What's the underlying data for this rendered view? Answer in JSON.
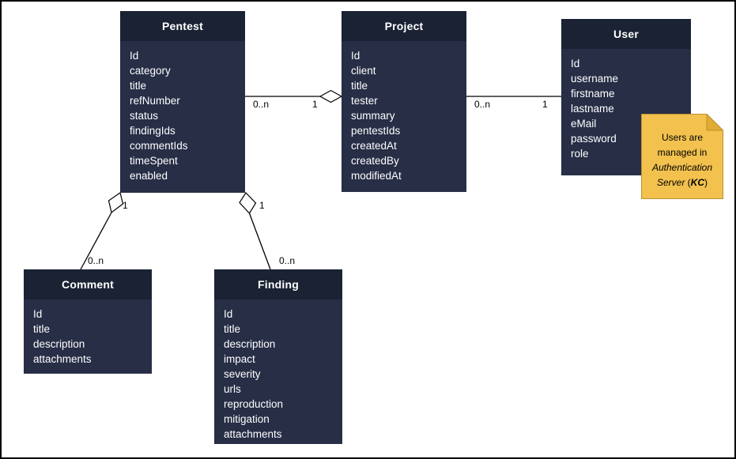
{
  "diagram_type": "entity-relationship-class-diagram",
  "colors": {
    "entity_header": "#1a2233",
    "entity_body": "#272e46",
    "entity_text": "#ffffff",
    "edge": "#000000",
    "note_fill": "#f2c14e",
    "note_stroke": "#b9912f",
    "note_flap": "#e0ac33",
    "canvas_background": "#ffffff",
    "canvas_border": "#000000"
  },
  "entities": [
    {
      "name": "Pentest",
      "fields": [
        "Id",
        "category",
        "title",
        "refNumber",
        "status",
        "findingIds",
        "commentIds",
        "timeSpent",
        "enabled"
      ]
    },
    {
      "name": "Project",
      "fields": [
        "Id",
        "client",
        "title",
        "tester",
        "summary",
        "pentestIds",
        "createdAt",
        "createdBy",
        "modifiedAt"
      ]
    },
    {
      "name": "User",
      "fields": [
        "Id",
        "username",
        "firstname",
        "lastname",
        "eMail",
        "password",
        "role"
      ]
    },
    {
      "name": "Comment",
      "fields": [
        "Id",
        "title",
        "description",
        "attachments"
      ]
    },
    {
      "name": "Finding",
      "fields": [
        "Id",
        "title",
        "description",
        "impact",
        "severity",
        "urls",
        "reproduction",
        "mitigation",
        "attachments"
      ]
    }
  ],
  "relationships": [
    {
      "source": "Pentest",
      "target": "Project",
      "source_mult": "0..n",
      "target_mult": "1",
      "type": "aggregation-diamond-at-project"
    },
    {
      "source": "Project",
      "target": "User",
      "source_mult": "0..n",
      "target_mult": "1",
      "type": "association"
    },
    {
      "source": "Pentest",
      "target": "Comment",
      "source_mult": "1",
      "target_mult": "0..n",
      "type": "aggregation-diamond-at-pentest"
    },
    {
      "source": "Pentest",
      "target": "Finding",
      "source_mult": "1",
      "target_mult": "0..n",
      "type": "aggregation-diamond-at-pentest"
    }
  ],
  "note": {
    "lines": [
      "Users are",
      "managed in",
      "Authentication"
    ],
    "line4_word": "Server",
    "line4_open": " (",
    "line4_kc": "KC",
    "line4_close": ")"
  }
}
